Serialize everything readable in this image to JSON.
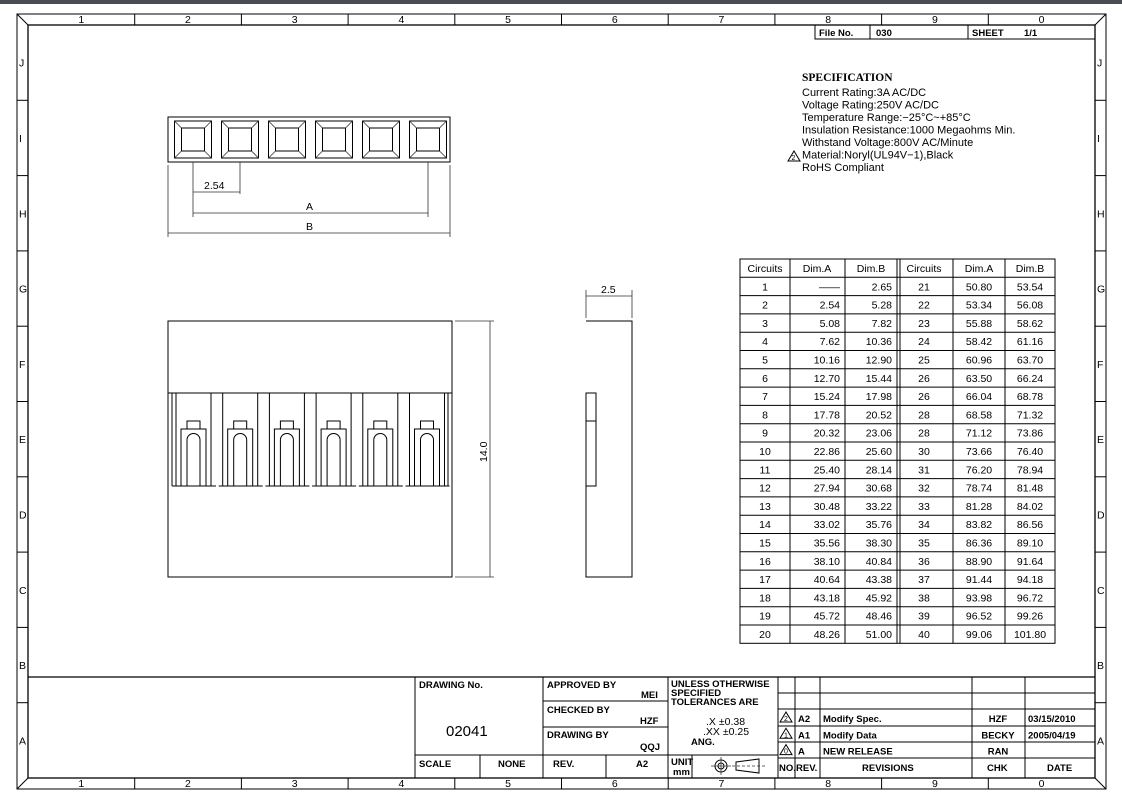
{
  "header": {
    "file_no_label": "File No.",
    "file_no": "030",
    "sheet_label": "SHEET",
    "sheet": "1/1"
  },
  "ruler": {
    "columns": [
      "1",
      "2",
      "3",
      "4",
      "5",
      "6",
      "7",
      "8",
      "9",
      "0"
    ],
    "rows": [
      "J",
      "I",
      "H",
      "G",
      "F",
      "E",
      "D",
      "C",
      "B",
      "A"
    ]
  },
  "specification": {
    "title": "SPECIFICATION",
    "lines": [
      "Current  Rating:3A  AC/DC",
      "Voltage  Rating:250V  AC/DC",
      "Temperature  Range:−25°C~+85°C",
      "Insulation  Resistance:1000  Megaohms  Min.",
      "Withstand  Voltage:800V  AC/Minute",
      "Material:Noryl(UL94V−1),Black",
      "RoHS  Compliant"
    ],
    "material_rev_mark": "2"
  },
  "drawing": {
    "pitch_label": "2.54",
    "dim_a_label": "A",
    "dim_b_label": "B",
    "height_label": "14.0",
    "width_label": "2.5",
    "circuits": 6
  },
  "table": {
    "headers": [
      "Circuits",
      "Dim.A",
      "Dim.B",
      "Circuits",
      "Dim.A",
      "Dim.B"
    ],
    "rows": [
      [
        "1",
        "——",
        "2.65",
        "21",
        "50.80",
        "53.54"
      ],
      [
        "2",
        "2.54",
        "5.28",
        "22",
        "53.34",
        "56.08"
      ],
      [
        "3",
        "5.08",
        "7.82",
        "23",
        "55.88",
        "58.62"
      ],
      [
        "4",
        "7.62",
        "10.36",
        "24",
        "58.42",
        "61.16"
      ],
      [
        "5",
        "10.16",
        "12.90",
        "25",
        "60.96",
        "63.70"
      ],
      [
        "6",
        "12.70",
        "15.44",
        "26",
        "63.50",
        "66.24"
      ],
      [
        "7",
        "15.24",
        "17.98",
        "26",
        "66.04",
        "68.78"
      ],
      [
        "8",
        "17.78",
        "20.52",
        "28",
        "68.58",
        "71.32"
      ],
      [
        "9",
        "20.32",
        "23.06",
        "28",
        "71.12",
        "73.86"
      ],
      [
        "10",
        "22.86",
        "25.60",
        "30",
        "73.66",
        "76.40"
      ],
      [
        "11",
        "25.40",
        "28.14",
        "31",
        "76.20",
        "78.94"
      ],
      [
        "12",
        "27.94",
        "30.68",
        "32",
        "78.74",
        "81.48"
      ],
      [
        "13",
        "30.48",
        "33.22",
        "33",
        "81.28",
        "84.02"
      ],
      [
        "14",
        "33.02",
        "35.76",
        "34",
        "83.82",
        "86.56"
      ],
      [
        "15",
        "35.56",
        "38.30",
        "35",
        "86.36",
        "89.10"
      ],
      [
        "16",
        "38.10",
        "40.84",
        "36",
        "88.90",
        "91.64"
      ],
      [
        "17",
        "40.64",
        "43.38",
        "37",
        "91.44",
        "94.18"
      ],
      [
        "18",
        "43.18",
        "45.92",
        "38",
        "93.98",
        "96.72"
      ],
      [
        "19",
        "45.72",
        "48.46",
        "39",
        "96.52",
        "99.26"
      ],
      [
        "20",
        "48.26",
        "51.00",
        "40",
        "99.06",
        "101.80"
      ]
    ]
  },
  "title_block": {
    "drawing_no_label": "DRAWING No.",
    "drawing_no": "02041",
    "approved_by_label": "APPROVED BY",
    "approved_by": "MEI",
    "checked_by_label": "CHECKED BY",
    "checked_by": "HZF",
    "drawing_by_label": "DRAWING BY",
    "drawing_by": "QQJ",
    "scale_label": "SCALE",
    "scale": "NONE",
    "rev_label": "REV.",
    "rev": "A2",
    "tolerance_lines": [
      "UNLESS  OTHERWISE",
      "SPECIFIED",
      "TOLERANCES  ARE"
    ],
    "tol_x": ".X  ±0.38",
    "tol_xx": ".XX  ±0.25",
    "tol_ang": "ANG.",
    "unit_label": "UNIT",
    "unit": "mm"
  },
  "revisions": {
    "headers": {
      "no": "NO.",
      "rev": "REV.",
      "desc": "REVISIONS",
      "chk": "CHK",
      "date": "DATE"
    },
    "rows": [
      {
        "mark": "2",
        "rev": "A2",
        "desc": "Modify  Spec.",
        "chk": "HZF",
        "date": "03/15/2010"
      },
      {
        "mark": "1",
        "rev": "A1",
        "desc": "Modify  Data",
        "chk": "BECKY",
        "date": "2005/04/19"
      },
      {
        "mark": "0",
        "rev": "A",
        "desc": "NEW  RELEASE",
        "chk": "RAN",
        "date": ""
      }
    ]
  }
}
